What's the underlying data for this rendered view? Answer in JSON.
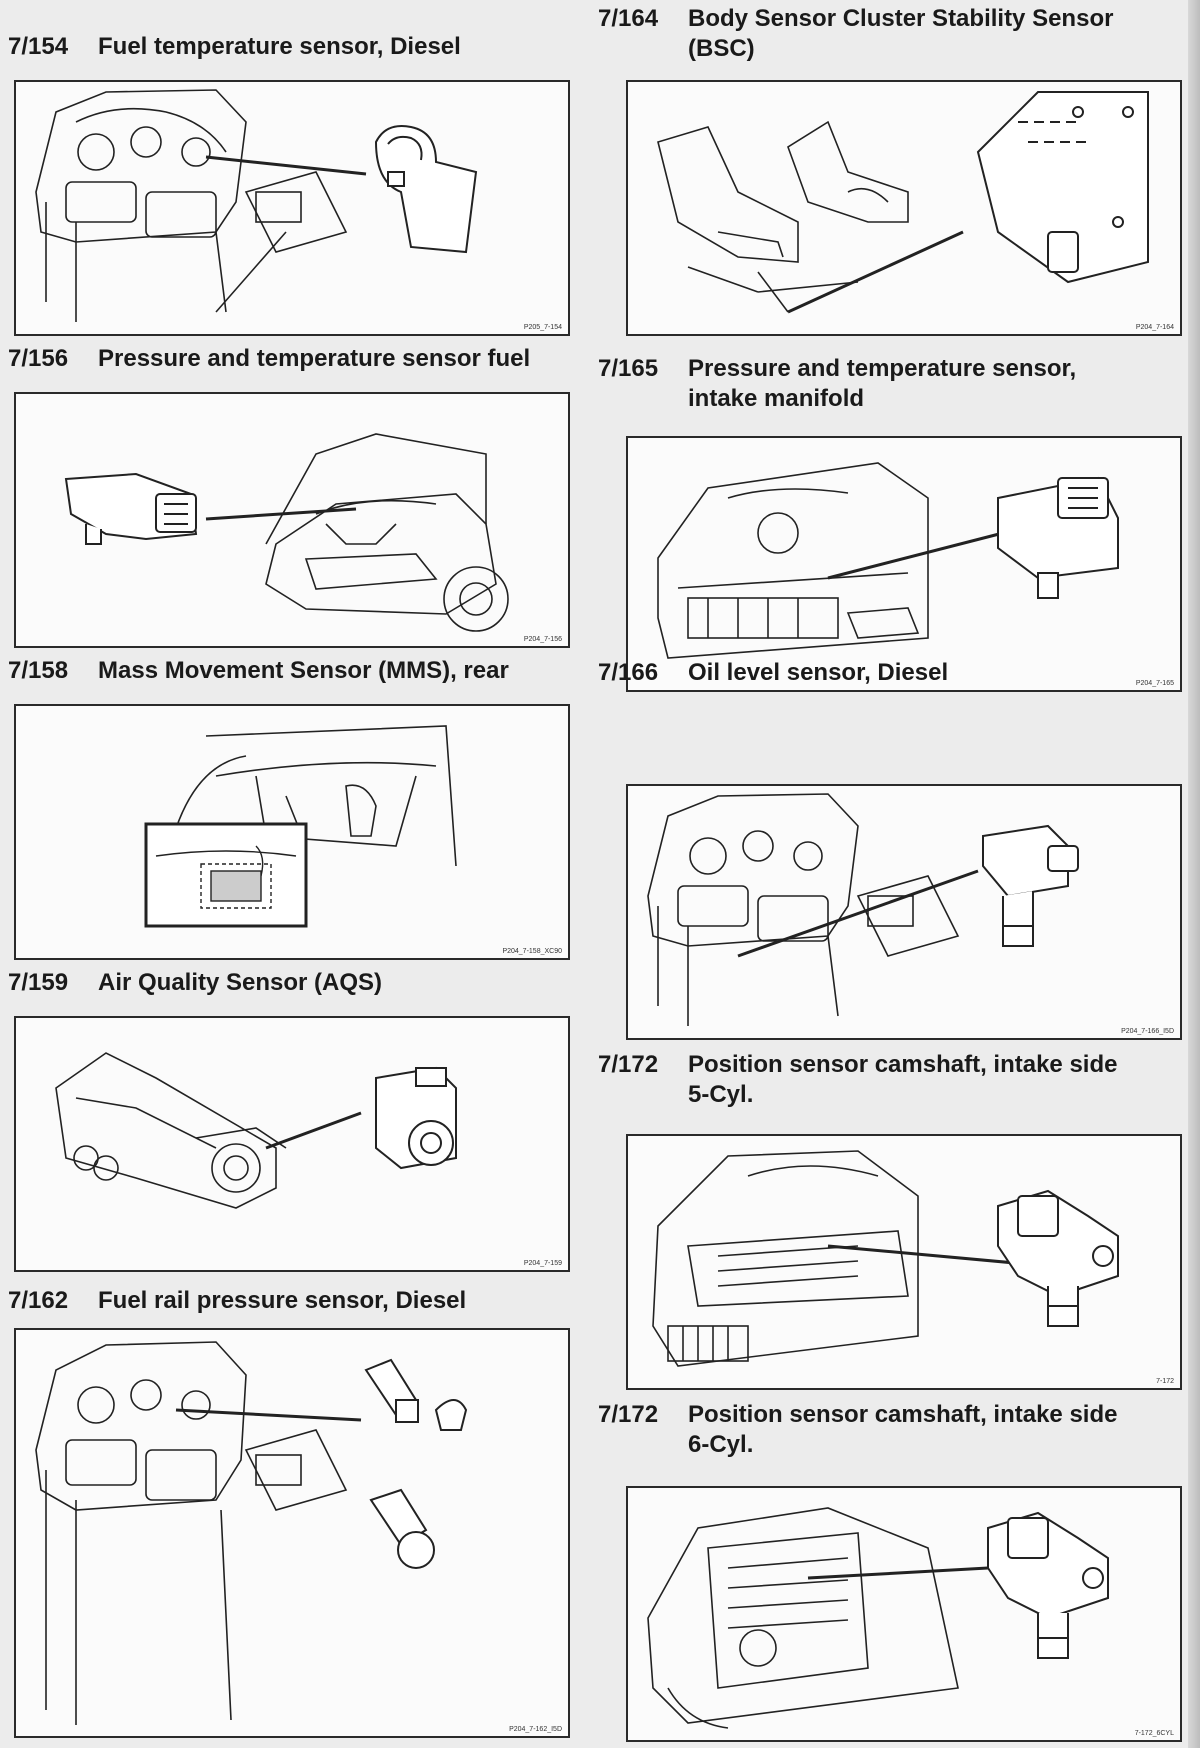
{
  "sections": [
    {
      "code": "7/154",
      "title": "Fuel temperature sensor, Diesel",
      "ref": "P205_7-154"
    },
    {
      "code": "7/164",
      "title": "Body Sensor Cluster Stability Sensor\n(BSC)",
      "ref": "P204_7-164"
    },
    {
      "code": "7/156",
      "title": "Pressure and temperature sensor fuel",
      "ref": "P204_7-156"
    },
    {
      "code": "7/165",
      "title": "Pressure and temperature sensor,\nintake manifold",
      "ref": "P204_7-165"
    },
    {
      "code": "7/158",
      "title": "Mass Movement Sensor (MMS), rear",
      "ref": "P204_7-158_XC90"
    },
    {
      "code": "7/166",
      "title": "Oil level sensor, Diesel",
      "ref": "P204_7-166_I5D"
    },
    {
      "code": "7/159",
      "title": "Air Quality Sensor (AQS)",
      "ref": "P204_7-159"
    },
    {
      "code": "7/172",
      "title": "Position sensor camshaft, intake side\n5-Cyl.",
      "ref": "7-172"
    },
    {
      "code": "7/162",
      "title": "Fuel rail pressure sensor, Diesel",
      "ref": "P204_7-162_I5D"
    },
    {
      "code": "7/172",
      "title": "Position sensor camshaft, intake side\n6-Cyl.",
      "ref": "7-172_6CYL"
    }
  ]
}
